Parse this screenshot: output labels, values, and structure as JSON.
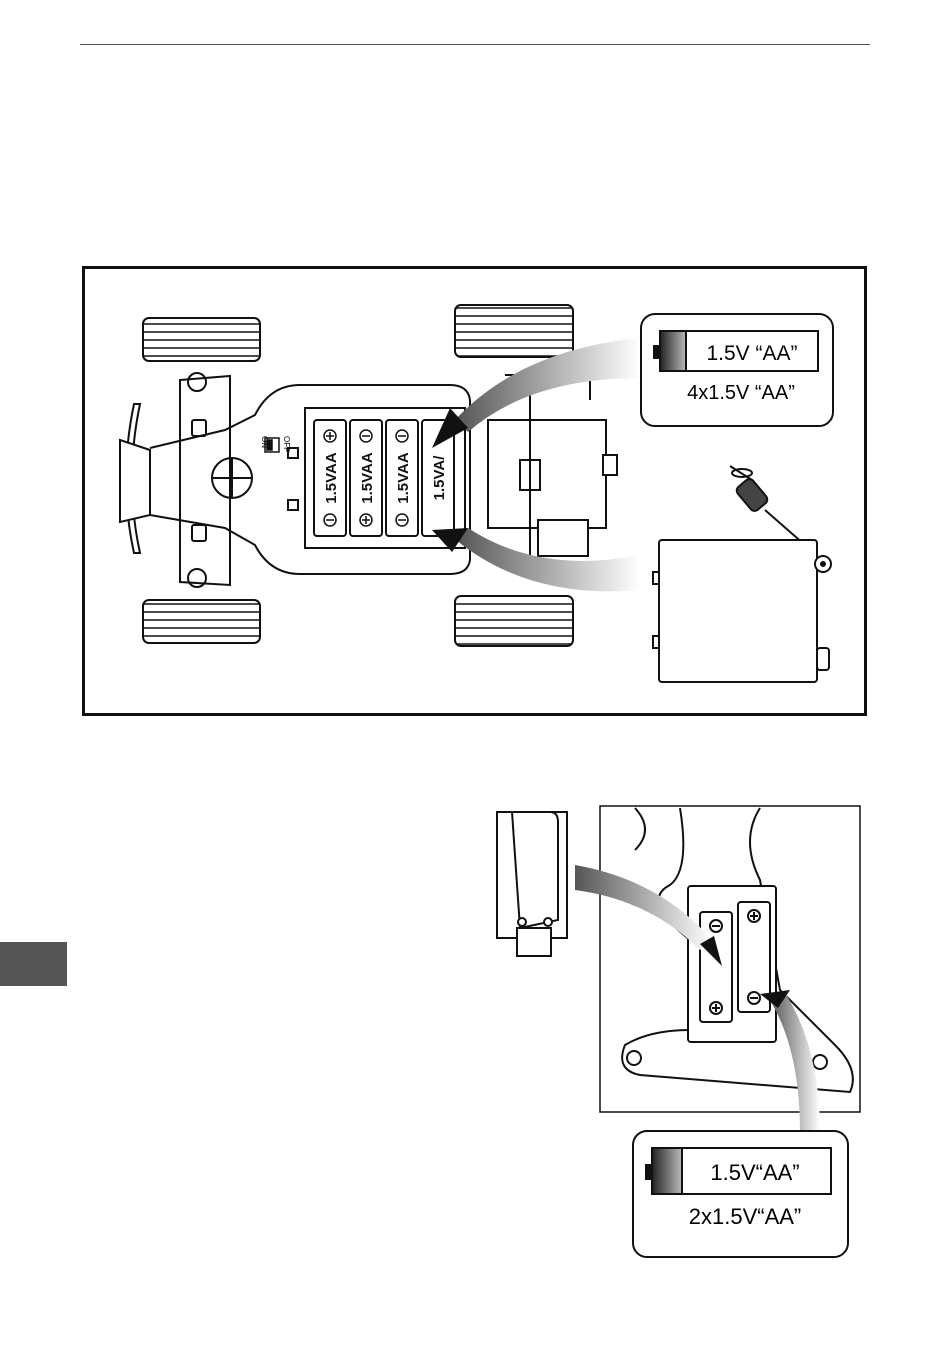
{
  "page": {
    "section_tab_color": "#555555"
  },
  "car_figure": {
    "compartment_labels": [
      "1.5VAA",
      "1.5VAA",
      "1.5VAA",
      "1.5VA/"
    ],
    "switch_on": "ON",
    "switch_off": "OFF",
    "battery_label": "1.5V “AA”",
    "battery_count": "4x1.5V “AA”",
    "icons": [
      "screwdriver-icon",
      "battery-icon",
      "arrow-icon"
    ]
  },
  "remote_figure": {
    "battery_label": "1.5V“AA”",
    "battery_count": "2x1.5V“AA”",
    "icons": [
      "battery-icon",
      "arrow-icon"
    ]
  }
}
